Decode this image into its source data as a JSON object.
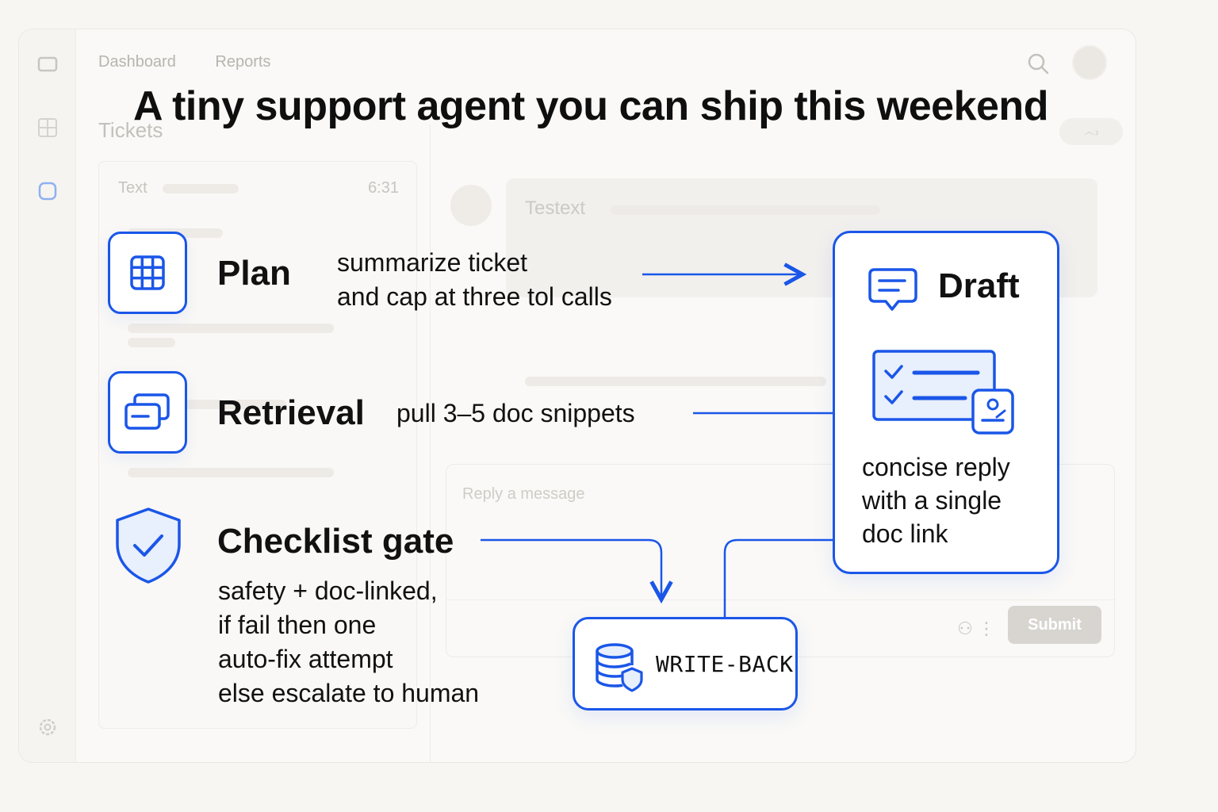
{
  "colors": {
    "accent": "#1a56e8",
    "background": "#f8f6f3"
  },
  "app": {
    "nav": [
      "Dashboard",
      "Reports"
    ],
    "section_title": "Tickets",
    "ticket_text": "Text",
    "ticket_time": "6:31",
    "message_label": "Testext",
    "reply_placeholder": "Reply a message",
    "submit_label": "Submit",
    "pill_label": "෴ා"
  },
  "headline": "A tiny support agent you can ship this weekend",
  "steps": [
    {
      "icon": "grid-icon",
      "title": "Plan",
      "desc": [
        "summarize ticket",
        "and cap at three tol calls"
      ]
    },
    {
      "icon": "cards-icon",
      "title": "Retrieval",
      "desc": [
        "pull 3–5 doc snippets"
      ]
    },
    {
      "icon": "shield-check-icon",
      "title": "Checklist gate",
      "desc": [
        "safety + doc-linked,",
        "if fail then one",
        "auto-fix attempt",
        "else escalate to human"
      ]
    }
  ],
  "draft": {
    "icon": "chat-bubble-icon",
    "title": "Draft",
    "illustration": "checklist-document-icon",
    "desc": [
      "concise reply",
      "with a single",
      "doc link"
    ]
  },
  "write_back": {
    "icon": "database-shield-icon",
    "label": "WRITE-BACK"
  }
}
